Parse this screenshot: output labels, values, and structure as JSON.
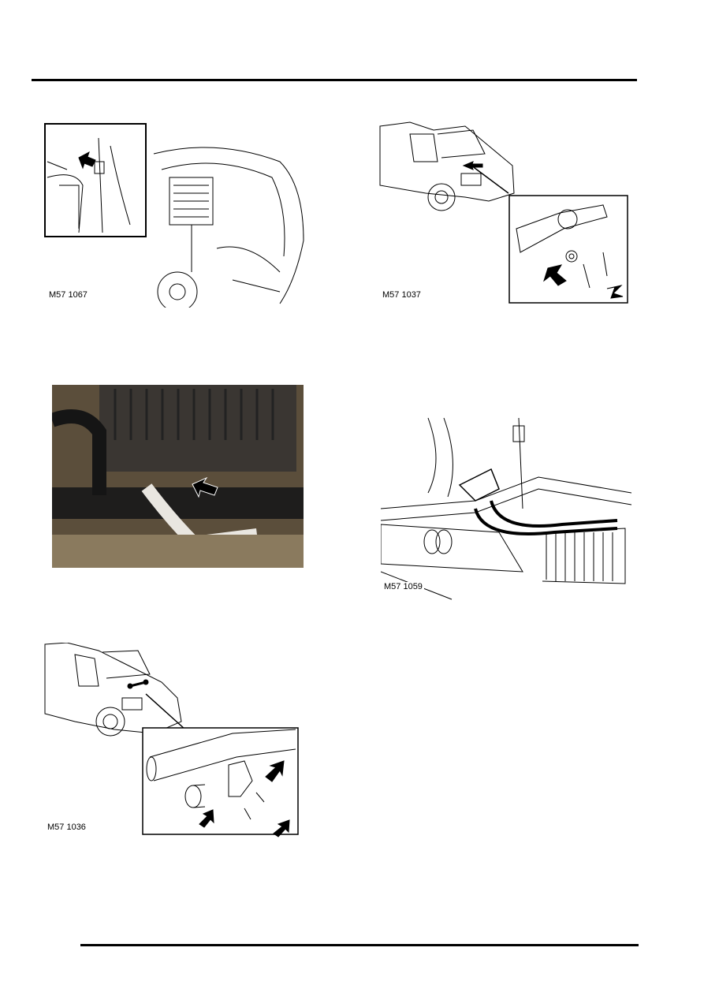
{
  "figures": [
    {
      "id": "fig-1067",
      "label": "M57 1067",
      "kind": "line-drawing"
    },
    {
      "id": "fig-1037",
      "label": "M57 1037",
      "kind": "line-drawing"
    },
    {
      "id": "fig-photo",
      "label": "",
      "kind": "photograph"
    },
    {
      "id": "fig-1059",
      "label": "M57 1059",
      "kind": "line-drawing"
    },
    {
      "id": "fig-1036",
      "label": "M57 1036",
      "kind": "line-drawing"
    }
  ],
  "colors": {
    "rule": "#000000",
    "arrow": "#000000",
    "photo_tone": "#6a5e48",
    "photo_border": "#e8b000"
  }
}
